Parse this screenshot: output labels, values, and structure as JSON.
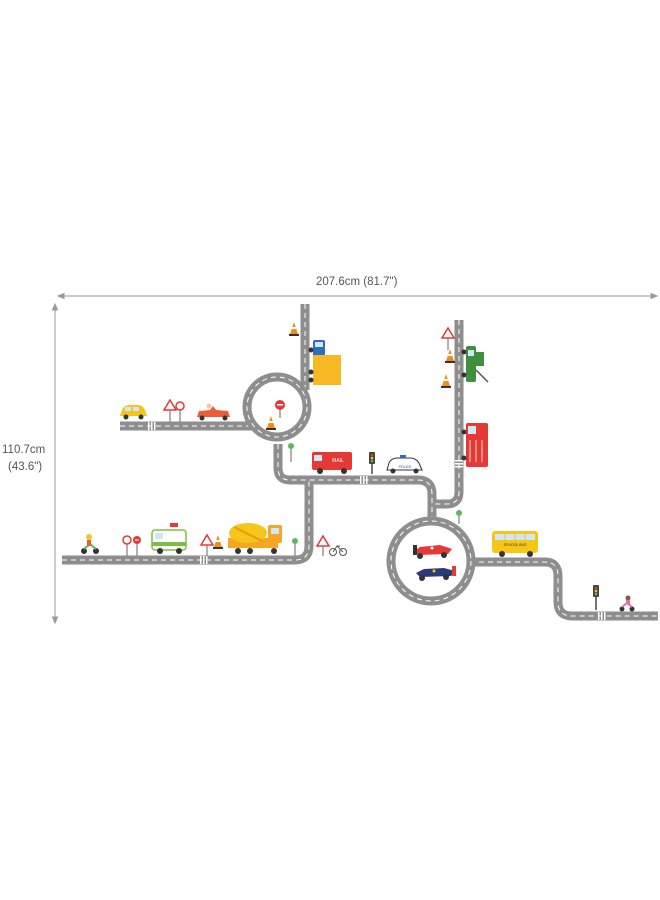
{
  "dimensions": {
    "width_label": "207.6cm (81.7\")",
    "height_cm_label": "110.7cm",
    "height_in_label": "(43.6\")"
  },
  "vehicles": {
    "mail_text": "MAIL",
    "police_text": "POLICE",
    "school_bus_text": "SCHOOL BUS"
  },
  "colors": {
    "road": "#8e8e8e",
    "road_marking": "#ffffff",
    "dimension_line": "#9a9a9a",
    "taxi": "#f5c518",
    "fire_truck": "#e53935",
    "mail_van": "#e53935",
    "mixer_truck": "#f6a623",
    "school_bus": "#f5c518",
    "tow_truck": "#3f8f3f",
    "ambulance": "#7cbf3f",
    "police_car": "#ffffff"
  },
  "icons": [
    "traffic-cone-icon",
    "stop-sign-icon",
    "warning-sign-icon",
    "traffic-light-icon",
    "bicycle-icon",
    "tree-icon"
  ]
}
